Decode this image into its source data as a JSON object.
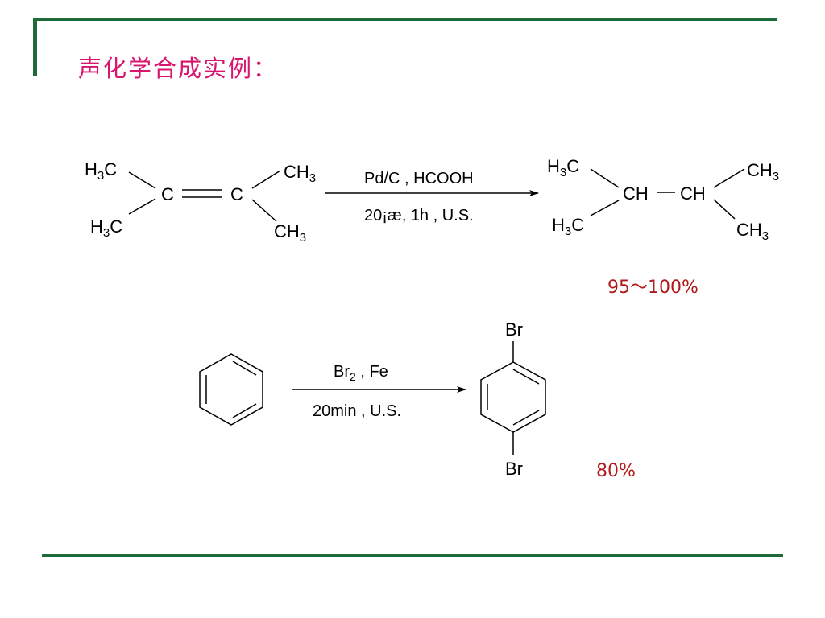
{
  "slide": {
    "title": "声化学合成实例："
  },
  "reaction1": {
    "reactant": {
      "top_left": "H3C",
      "bottom_left": "H3C",
      "center_left": "C",
      "center_right": "C",
      "top_right": "CH3",
      "bottom_right": "CH3"
    },
    "conditions_above": "Pd/C , HCOOH",
    "conditions_below": "20¡æ, 1h , U.S.",
    "product": {
      "top_left": "H3C",
      "bottom_left": "H3C",
      "center_left": "CH",
      "center_right": "CH",
      "top_right": "CH3",
      "bottom_right": "CH3"
    },
    "yield": "95～100%"
  },
  "reaction2": {
    "reactant": "benzene",
    "conditions_above_main": "Br",
    "conditions_above_sub": "2",
    "conditions_above_rest": " , Fe",
    "conditions_below": "20min , U.S.",
    "product_top": "Br",
    "product_bottom": "Br",
    "yield": "80%"
  },
  "colors": {
    "frame": "#1f6b3a",
    "title": "#d6166f",
    "yield": "#b11a1a"
  }
}
